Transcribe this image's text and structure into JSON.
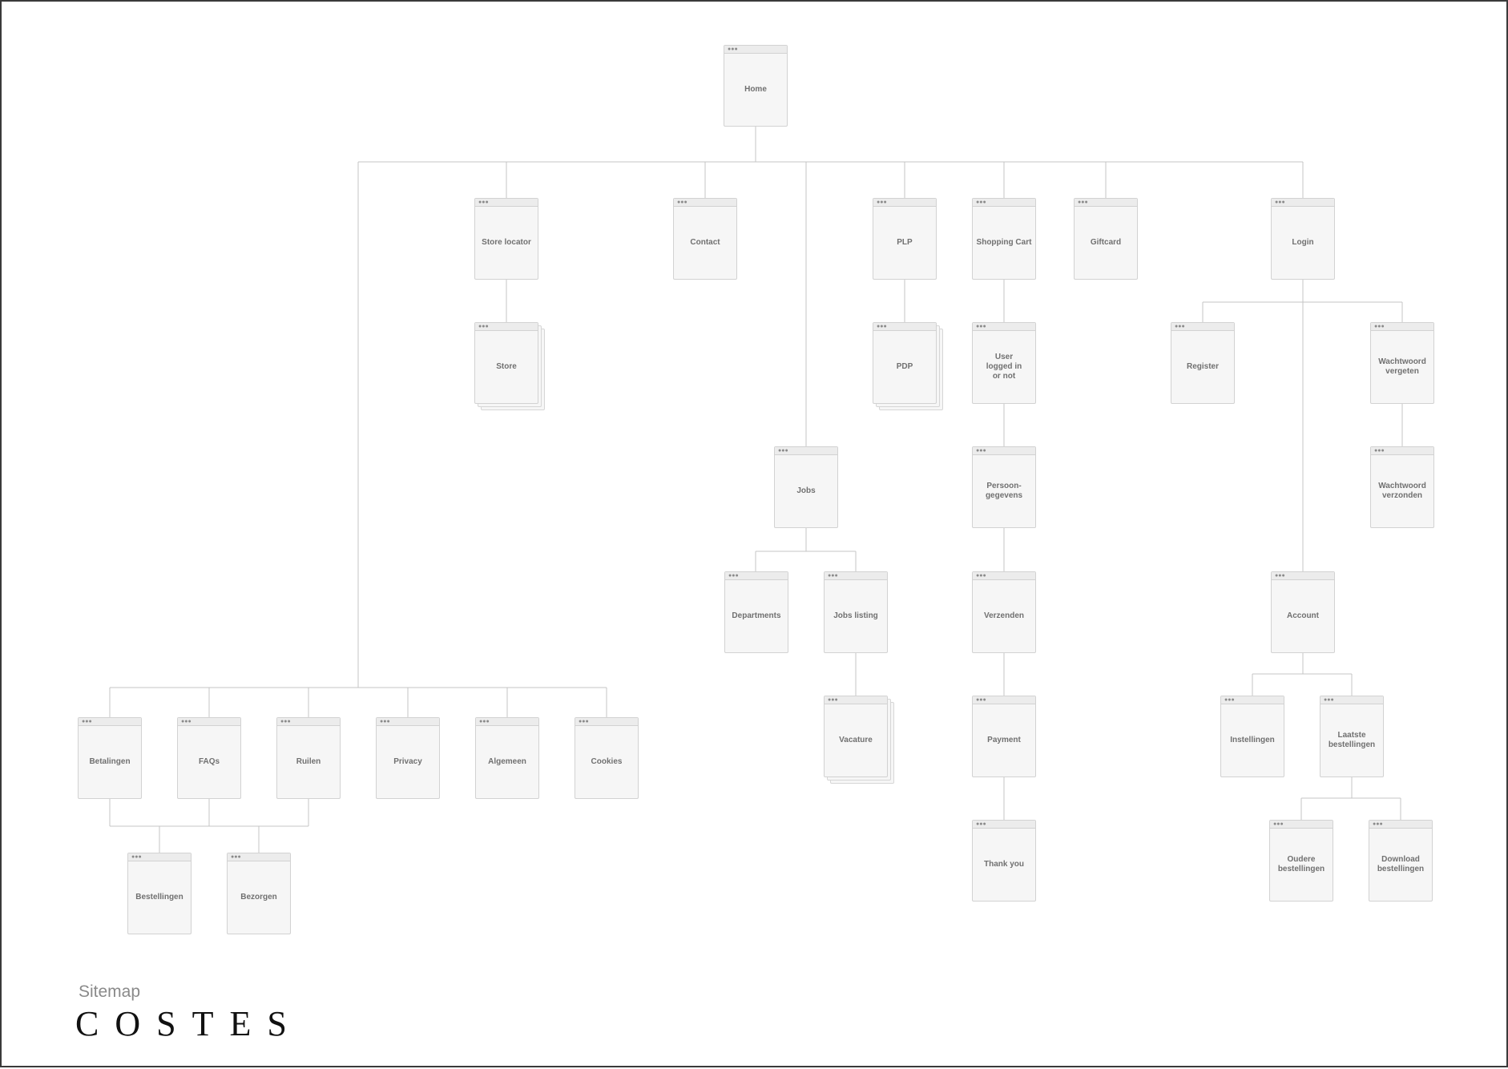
{
  "footer": {
    "subtitle": "Sitemap",
    "brand": "COSTES"
  },
  "pages": {
    "home": "Home",
    "store_locator": "Store locator",
    "store": "Store",
    "contact": "Contact",
    "jobs": "Jobs",
    "departments": "Departments",
    "jobs_listing": "Jobs listing",
    "vacature": "Vacature",
    "plp": "PLP",
    "pdp": "PDP",
    "shopping_cart": "Shopping Cart",
    "user_logged_in": "User logged in or not",
    "persoonsgegevens": "Persoon-gegevens",
    "verzenden": "Verzenden",
    "payment": "Payment",
    "thank_you": "Thank you",
    "giftcard": "Giftcard",
    "login": "Login",
    "register": "Register",
    "wachtwoord_vergeten": "Wachtwoord vergeten",
    "wachtwoord_verzonden": "Wachtwoord verzonden",
    "account": "Account",
    "instellingen": "Instellingen",
    "laatste_bestellingen": "Laatste bestellingen",
    "oudere_bestellingen": "Oudere bestellingen",
    "download_bestellingen": "Download bestellingen",
    "betalingen": "Betalingen",
    "faqs": "FAQs",
    "ruilen": "Ruilen",
    "privacy": "Privacy",
    "algemeen": "Algemeen",
    "cookies": "Cookies",
    "bestellingen": "Bestellingen",
    "bezorgen": "Bezorgen"
  },
  "window_dots": "●●●",
  "colors": {
    "frame_border": "#3a3a3a",
    "node_fill": "#f6f6f6",
    "node_border": "#d2d2d2",
    "connector": "#c4c4c4",
    "label_text": "#707070",
    "brand_text": "#111111"
  }
}
